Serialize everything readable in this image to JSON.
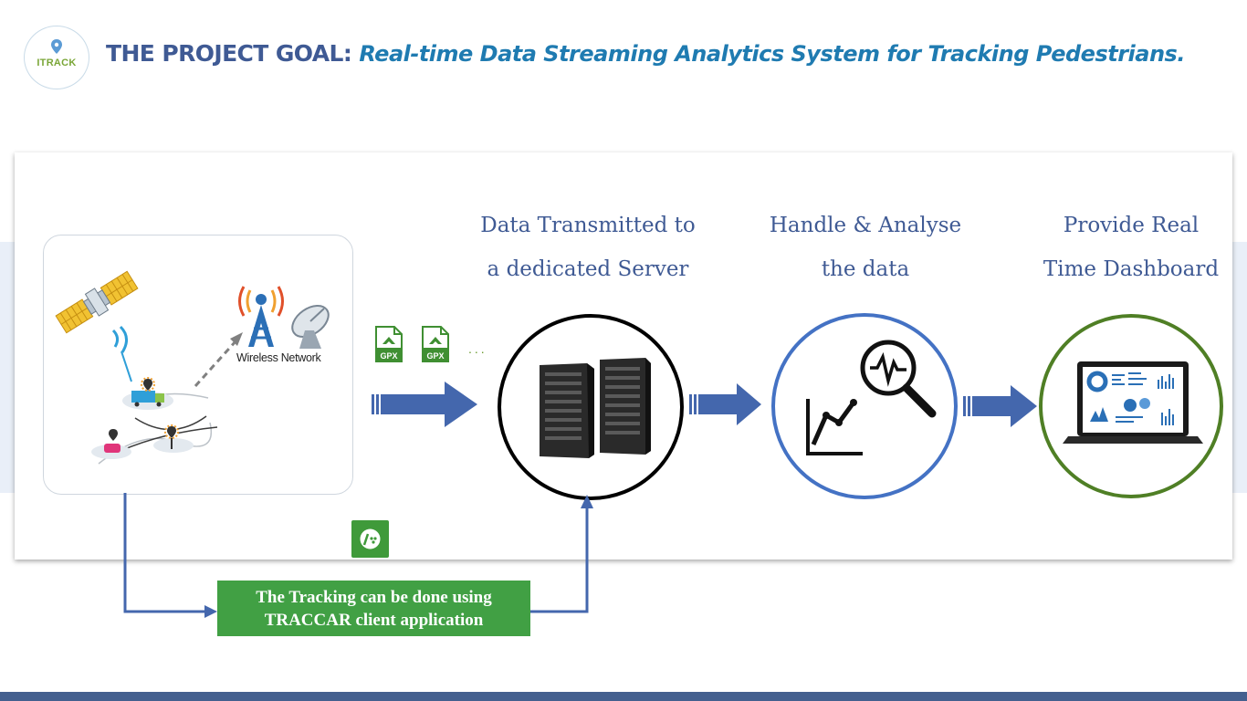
{
  "header": {
    "logo_text": "ITRACK",
    "title_lead": "THE PROJECT GOAL",
    "title_colon": ":",
    "title_rest": "Real-time Data Streaming Analytics System for Tracking Pedestrians."
  },
  "device": {
    "network_label": "Wireless Network"
  },
  "gpx_files": [
    "GPX",
    "GPX"
  ],
  "gpx_more": "...",
  "steps": [
    {
      "line1": "Data Transmitted to",
      "line2": "a dedicated Server",
      "icon": "server-icon",
      "ring_color": "#000000"
    },
    {
      "line1": "Handle & Analyse",
      "line2": "the data",
      "icon": "analytics-icon",
      "ring_color": "#4472c4"
    },
    {
      "line1": "Provide Real",
      "line2": "Time Dashboard",
      "icon": "dashboard-laptop-icon",
      "ring_color": "#4f7f25"
    }
  ],
  "note": {
    "line1": "The Tracking can be done using",
    "line2": "TRACCAR client application"
  },
  "colors": {
    "title_dark_blue": "#3f5a94",
    "title_light_blue": "#1f7bb1",
    "arrow_blue": "#4467ad",
    "note_green": "#41a044",
    "bottom_bar": "#44608f"
  }
}
